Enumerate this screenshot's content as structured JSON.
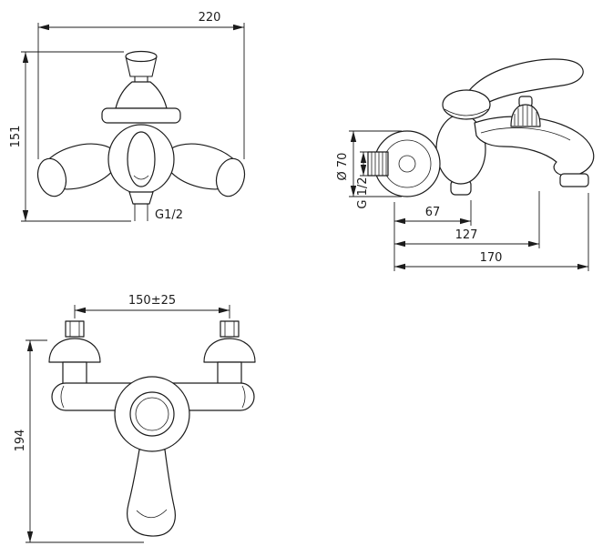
{
  "drawing_type": "faucet-installation-technical-drawing",
  "views": {
    "bath_mixer_front": {
      "width": "220",
      "height": "151",
      "outlet_thread": "G1/2"
    },
    "bath_mixer_side": {
      "flange_diameter": "Ø 70",
      "inlet_thread": "G 1/2",
      "depth_body": "67",
      "depth_diverter": "127",
      "depth_total": "170"
    },
    "shower_mixer_front": {
      "centers": "150±25",
      "height": "194"
    }
  }
}
